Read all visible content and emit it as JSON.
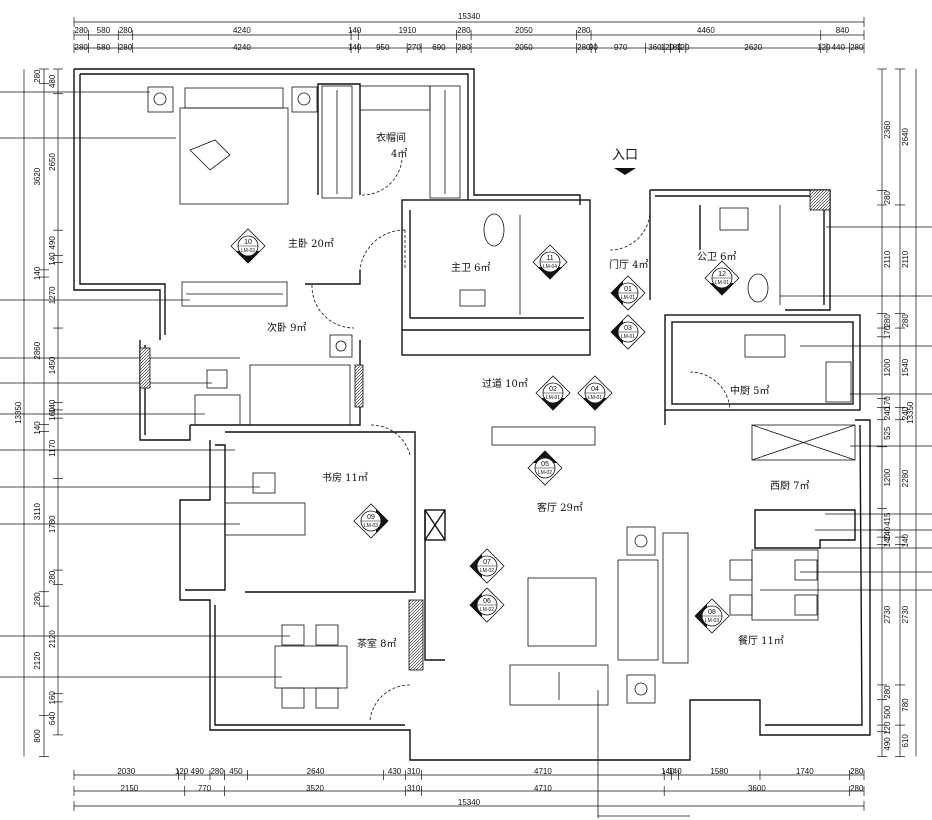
{
  "top_row1": [
    "280",
    "580",
    "280",
    "4240",
    "140",
    "1910",
    "280",
    "2050",
    "280",
    "4460",
    "840"
  ],
  "top_row2": [
    "280",
    "580",
    "280",
    "4240",
    "140",
    "950",
    "270",
    "690",
    "280",
    "2050",
    "280",
    "90",
    "970",
    "360",
    "120",
    "180",
    "120",
    "2620",
    "120",
    "440",
    "280"
  ],
  "top_total": "15340",
  "bottom_row1": [
    "2030",
    "120",
    "490",
    "280",
    "450",
    "2640",
    "430",
    "310",
    "4710",
    "140",
    "140",
    "1580",
    "1740",
    "280"
  ],
  "bottom_row2": [
    "2150",
    "770",
    "3520",
    "310",
    "4710",
    "3600",
    "280"
  ],
  "bottom_total": "15340",
  "left_outer": [
    "280",
    "3620",
    "140",
    "2860",
    "140",
    "3110",
    "280",
    "2120",
    "800"
  ],
  "left_inner": [
    "480",
    "2650",
    "490",
    "140",
    "1270",
    "1450",
    "140",
    "160",
    "1170",
    "1780",
    "280",
    "2120",
    "160",
    "640"
  ],
  "left_total": "13350",
  "right_outer": [
    "2640",
    "2110",
    "280",
    "1540",
    "240",
    "2280",
    "140",
    "2730",
    "780",
    "610"
  ],
  "right_inner": [
    "2360",
    "280",
    "2110",
    "280",
    "170",
    "1200",
    "170",
    "240",
    "525",
    "1200",
    "415",
    "140",
    "140",
    "2730",
    "280",
    "500",
    "120",
    "490"
  ],
  "right_total": "13350",
  "entry_label": "入口",
  "rooms": {
    "cloakroom": "衣帽间",
    "cloakroom_area": "4㎡",
    "master_bedroom": "主卧 20㎡",
    "master_bath": "主卫 6㎡",
    "foyer": "门厅 4㎡",
    "public_bath": "公卫 6㎡",
    "second_bedroom": "次卧 9㎡",
    "corridor": "过道 10㎡",
    "chinese_kitchen": "中厨 5㎡",
    "study": "书房 11㎡",
    "living_room": "客厅 29㎡",
    "western_kitchen": "西厨 7㎡",
    "dining_room": "餐厅 11㎡",
    "tea_room": "茶室 8㎡"
  },
  "tags": [
    {
      "num": "10",
      "code": "LM-03"
    },
    {
      "num": "11",
      "code": "LM-04"
    },
    {
      "num": "12",
      "code": "LM-01"
    },
    {
      "num": "01",
      "code": "LM-01"
    },
    {
      "num": "03",
      "code": "LM-01"
    },
    {
      "num": "02",
      "code": "LM-01"
    },
    {
      "num": "04",
      "code": "LM-01"
    },
    {
      "num": "05",
      "code": "LM-02"
    },
    {
      "num": "09",
      "code": "LM-03"
    },
    {
      "num": "07",
      "code": "LM-02"
    },
    {
      "num": "06",
      "code": "LM-02"
    },
    {
      "num": "08",
      "code": "LM-03"
    }
  ]
}
